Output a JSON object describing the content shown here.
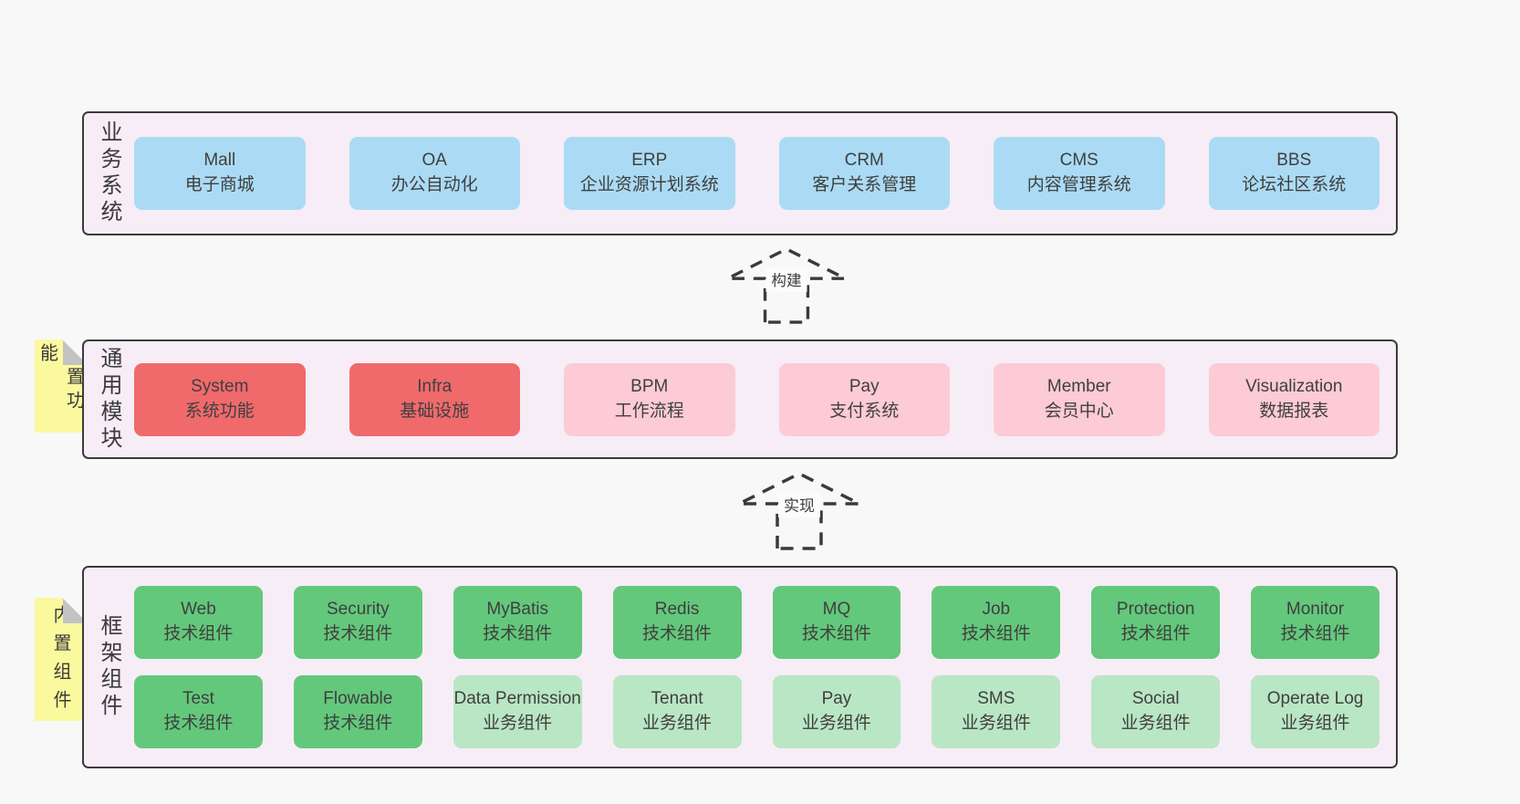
{
  "colors": {
    "page_background": "#f8f8f8",
    "layer_background": "#f7edf6",
    "layer_border": "#3b3b3b",
    "business_system_box": "#abdbf4",
    "core_module_box": "#f06a6c",
    "optional_module_box": "#fccbd5",
    "tech_component_box": "#63c87b",
    "biz_component_box": "#b9e6c4",
    "sticky_note": "#fbf99e",
    "text": "#3c3c3c"
  },
  "arrows": [
    {
      "label": "构建"
    },
    {
      "label": "实现"
    }
  ],
  "layers": [
    {
      "label": "业务系统",
      "boxes": [
        {
          "name": "Mall",
          "desc": "电子商城"
        },
        {
          "name": "OA",
          "desc": "办公自动化"
        },
        {
          "name": "ERP",
          "desc": "企业资源计划系统"
        },
        {
          "name": "CRM",
          "desc": "客户关系管理"
        },
        {
          "name": "CMS",
          "desc": "内容管理系统"
        },
        {
          "name": "BBS",
          "desc": "论坛社区系统"
        }
      ]
    },
    {
      "label": "通用模块",
      "note": "内置功能",
      "boxes": [
        {
          "name": "System",
          "desc": "系统功能"
        },
        {
          "name": "Infra",
          "desc": "基础设施"
        },
        {
          "name": "BPM",
          "desc": "工作流程"
        },
        {
          "name": "Pay",
          "desc": "支付系统"
        },
        {
          "name": "Member",
          "desc": "会员中心"
        },
        {
          "name": "Visualization",
          "desc": "数据报表"
        }
      ]
    },
    {
      "label": "框架组件",
      "note": "内置组件",
      "rows": [
        [
          {
            "name": "Web",
            "desc": "技术组件"
          },
          {
            "name": "Security",
            "desc": "技术组件"
          },
          {
            "name": "MyBatis",
            "desc": "技术组件"
          },
          {
            "name": "Redis",
            "desc": "技术组件"
          },
          {
            "name": "MQ",
            "desc": "技术组件"
          },
          {
            "name": "Job",
            "desc": "技术组件"
          },
          {
            "name": "Protection",
            "desc": "技术组件"
          },
          {
            "name": "Monitor",
            "desc": "技术组件"
          }
        ],
        [
          {
            "name": "Test",
            "desc": "技术组件"
          },
          {
            "name": "Flowable",
            "desc": "技术组件"
          },
          {
            "name": "Data Permission",
            "desc": "业务组件"
          },
          {
            "name": "Tenant",
            "desc": "业务组件"
          },
          {
            "name": "Pay",
            "desc": "业务组件"
          },
          {
            "name": "SMS",
            "desc": "业务组件"
          },
          {
            "name": "Social",
            "desc": "业务组件"
          },
          {
            "name": "Operate Log",
            "desc": "业务组件"
          }
        ]
      ]
    }
  ]
}
